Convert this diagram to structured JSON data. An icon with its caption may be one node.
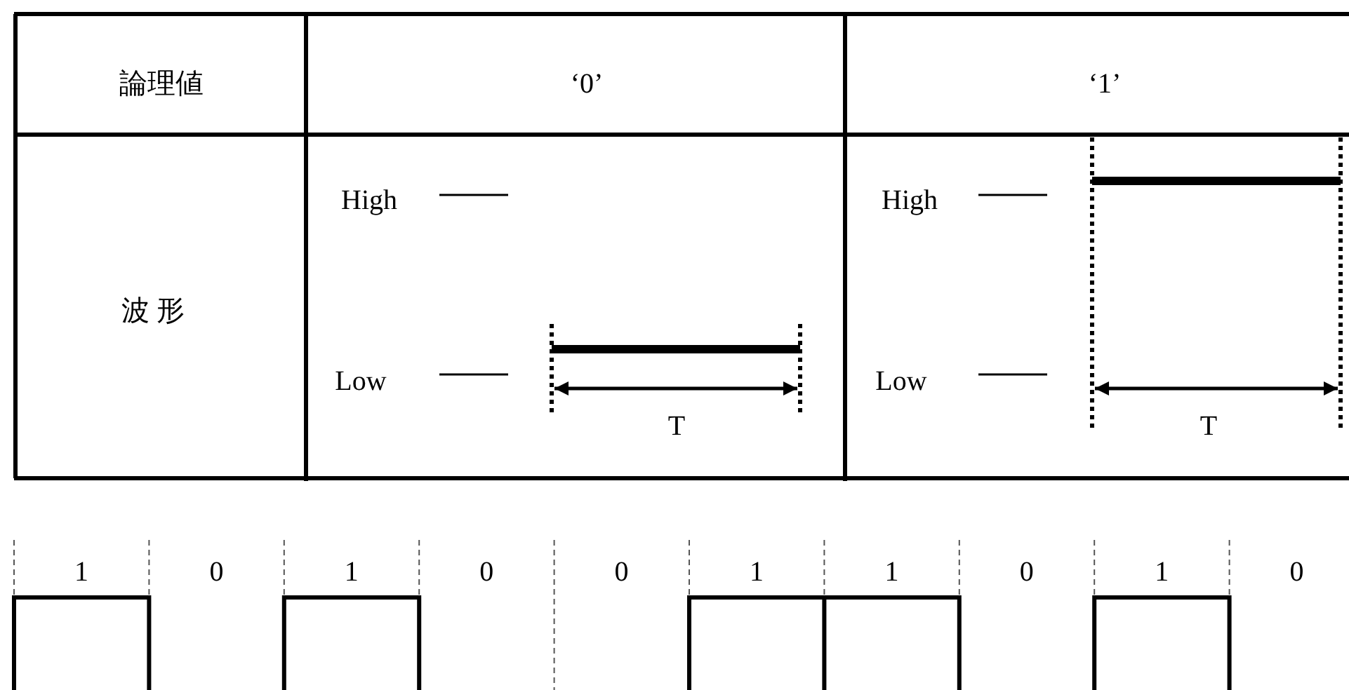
{
  "diagram": {
    "labels": [
      "論理値",
      "‘0’",
      "‘1’",
      "波 形",
      "High",
      "Low",
      "T",
      "High",
      "Low",
      "T",
      "1",
      "0",
      "1",
      "0",
      "0",
      "1",
      "1",
      "0",
      "1",
      "0"
    ]
  }
}
